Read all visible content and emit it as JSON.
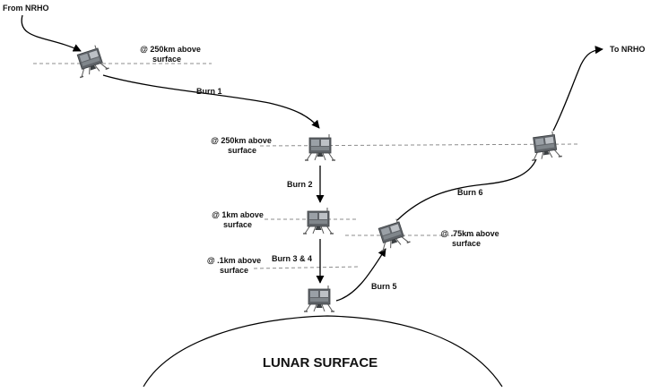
{
  "labels": {
    "from_nrho": "From NRHO",
    "to_nrho": "To NRHO",
    "alt_250_a_line1": "@ 250km above",
    "alt_250_a_line2": "surface",
    "alt_250_b_line1": "@ 250km above",
    "alt_250_b_line2": "surface",
    "alt_1_line1": "@ 1km above",
    "alt_1_line2": "surface",
    "alt_01_line1": "@ .1km above",
    "alt_01_line2": "surface",
    "alt_075_line1": "@ .75km above",
    "alt_075_line2": "surface",
    "burn1": "Burn 1",
    "burn2": "Burn 2",
    "burn34": "Burn 3 & 4",
    "burn5": "Burn 5",
    "burn6": "Burn 6",
    "surface": "LUNAR SURFACE"
  },
  "icons": {
    "lander": "lunar-lander-icon"
  },
  "colors": {
    "lander_body": "#5f6368",
    "lander_panel": "#9aa0a6",
    "guide_line": "#8c8c8c",
    "path": "#000000"
  }
}
